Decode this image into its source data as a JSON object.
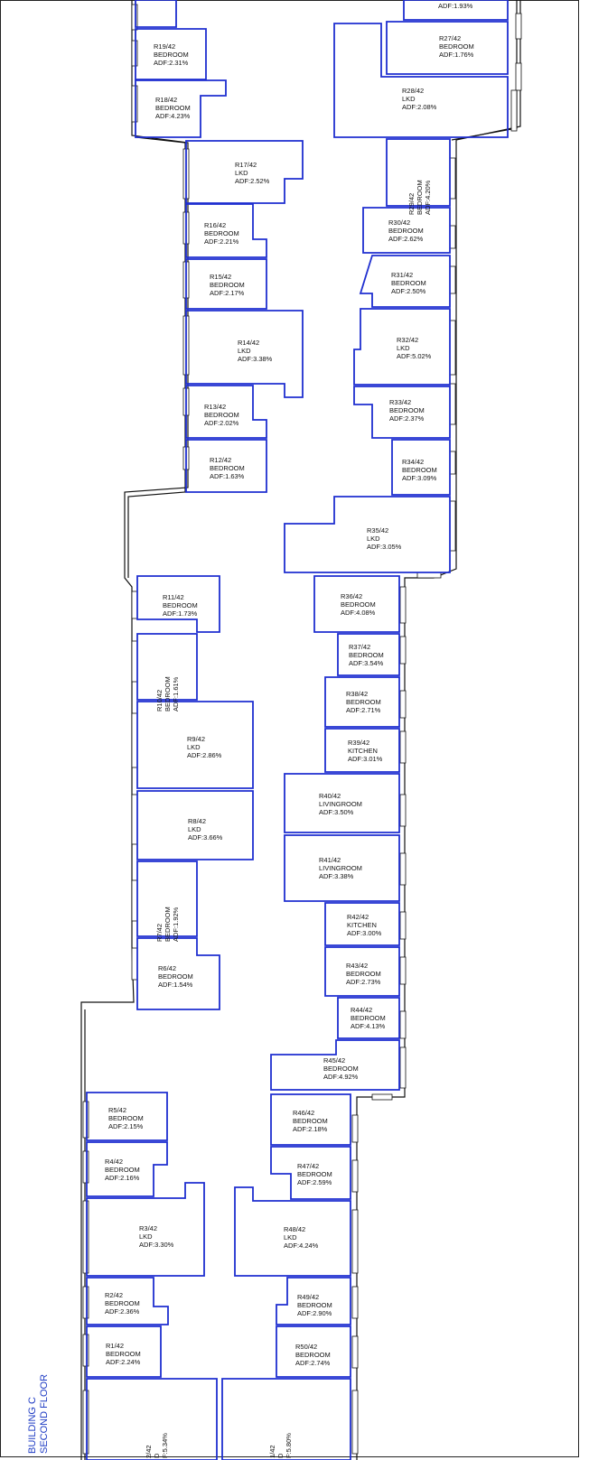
{
  "sheet": {
    "building": "BUILDING C",
    "floor": "SECOND FLOOR"
  },
  "rooms": [
    {
      "id": "R19/42",
      "type": "BEDROOM",
      "adf": "ADF:2.31%"
    },
    {
      "id": "R18/42",
      "type": "BEDROOM",
      "adf": "ADF:4.23%"
    },
    {
      "id": "R17/42",
      "type": "LKD",
      "adf": "ADF:2.52%"
    },
    {
      "id": "R16/42",
      "type": "BEDROOM",
      "adf": "ADF:2.21%"
    },
    {
      "id": "R15/42",
      "type": "BEDROOM",
      "adf": "ADF:2.17%"
    },
    {
      "id": "R14/42",
      "type": "LKD",
      "adf": "ADF:3.38%"
    },
    {
      "id": "R13/42",
      "type": "BEDROOM",
      "adf": "ADF:2.02%"
    },
    {
      "id": "R12/42",
      "type": "BEDROOM",
      "adf": "ADF:1.63%"
    },
    {
      "id": "R11/42",
      "type": "BEDROOM",
      "adf": "ADF:1.73%"
    },
    {
      "id": "R10/42",
      "type": "BEDROOM",
      "adf": "ADF:1.61%"
    },
    {
      "id": "R9/42",
      "type": "LKD",
      "adf": "ADF:2.86%"
    },
    {
      "id": "R8/42",
      "type": "LKD",
      "adf": "ADF:3.66%"
    },
    {
      "id": "R7/42",
      "type": "BEDROOM",
      "adf": "ADF:1.92%"
    },
    {
      "id": "R6/42",
      "type": "BEDROOM",
      "adf": "ADF:1.54%"
    },
    {
      "id": "R5/42",
      "type": "BEDROOM",
      "adf": "ADF:2.15%"
    },
    {
      "id": "R4/42",
      "type": "BEDROOM",
      "adf": "ADF:2.16%"
    },
    {
      "id": "R3/42",
      "type": "LKD",
      "adf": "ADF:3.30%"
    },
    {
      "id": "R2/42",
      "type": "BEDROOM",
      "adf": "ADF:2.36%"
    },
    {
      "id": "R1/42",
      "type": "BEDROOM",
      "adf": "ADF:2.24%"
    },
    {
      "id": "R27/42",
      "type": "BEDROOM",
      "adf": "ADF:1.76%"
    },
    {
      "id": "R28/42",
      "type": "LKD",
      "adf": "ADF:2.08%"
    },
    {
      "id": "R29/42",
      "type": "BEDROOM",
      "adf": "ADF:4.20%"
    },
    {
      "id": "R30/42",
      "type": "BEDROOM",
      "adf": "ADF:2.62%"
    },
    {
      "id": "R31/42",
      "type": "BEDROOM",
      "adf": "ADF:2.50%"
    },
    {
      "id": "R32/42",
      "type": "LKD",
      "adf": "ADF:5.02%"
    },
    {
      "id": "R33/42",
      "type": "BEDROOM",
      "adf": "ADF:2.37%"
    },
    {
      "id": "R34/42",
      "type": "BEDROOM",
      "adf": "ADF:3.09%"
    },
    {
      "id": "R35/42",
      "type": "LKD",
      "adf": "ADF:3.05%"
    },
    {
      "id": "R36/42",
      "type": "BEDROOM",
      "adf": "ADF:4.08%"
    },
    {
      "id": "R37/42",
      "type": "BEDROOM",
      "adf": "ADF:3.54%"
    },
    {
      "id": "R38/42",
      "type": "BEDROOM",
      "adf": "ADF:2.71%"
    },
    {
      "id": "R39/42",
      "type": "KITCHEN",
      "adf": "ADF:3.01%"
    },
    {
      "id": "R40/42",
      "type": "LIVINGROOM",
      "adf": "ADF:3.50%"
    },
    {
      "id": "R41/42",
      "type": "LIVINGROOM",
      "adf": "ADF:3.38%"
    },
    {
      "id": "R42/42",
      "type": "KITCHEN",
      "adf": "ADF:3.00%"
    },
    {
      "id": "R43/42",
      "type": "BEDROOM",
      "adf": "ADF:2.73%"
    },
    {
      "id": "R44/42",
      "type": "BEDROOM",
      "adf": "ADF:4.13%"
    },
    {
      "id": "R45/42",
      "type": "BEDROOM",
      "adf": "ADF:4.92%"
    },
    {
      "id": "R46/42",
      "type": "BEDROOM",
      "adf": "ADF:2.18%"
    },
    {
      "id": "R47/42",
      "type": "BEDROOM",
      "adf": "ADF:2.59%"
    },
    {
      "id": "R48/42",
      "type": "LKD",
      "adf": "ADF:4.24%"
    },
    {
      "id": "R49/42",
      "type": "BEDROOM",
      "adf": "ADF:2.90%"
    },
    {
      "id": "R50/42",
      "type": "BEDROOM",
      "adf": "ADF:2.74%"
    }
  ],
  "partial_labels": {
    "top_adf": "ADF:1.93%",
    "bottom_left_id": "2/42",
    "bottom_left_type": "D",
    "bottom_left_adf": "F:5.34%",
    "bottom_right_id": "1/42",
    "bottom_right_type": "D",
    "bottom_right_adf": "F:5.80%"
  }
}
